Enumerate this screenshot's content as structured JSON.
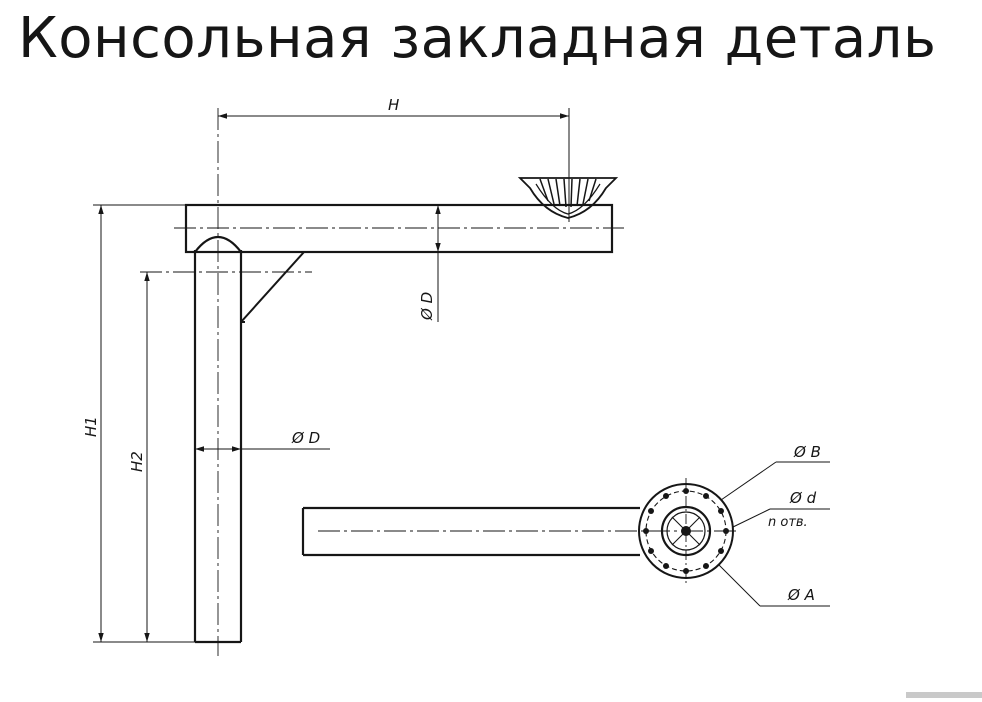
{
  "title": "Консольная закладная деталь",
  "labels": {
    "H": "H",
    "H1": "H1",
    "H2": "H2",
    "D_top": "Ø D",
    "D_post": "Ø D",
    "B": "Ø B",
    "d": "Ø d",
    "n_holes": "n отв.",
    "A": "Ø A"
  }
}
